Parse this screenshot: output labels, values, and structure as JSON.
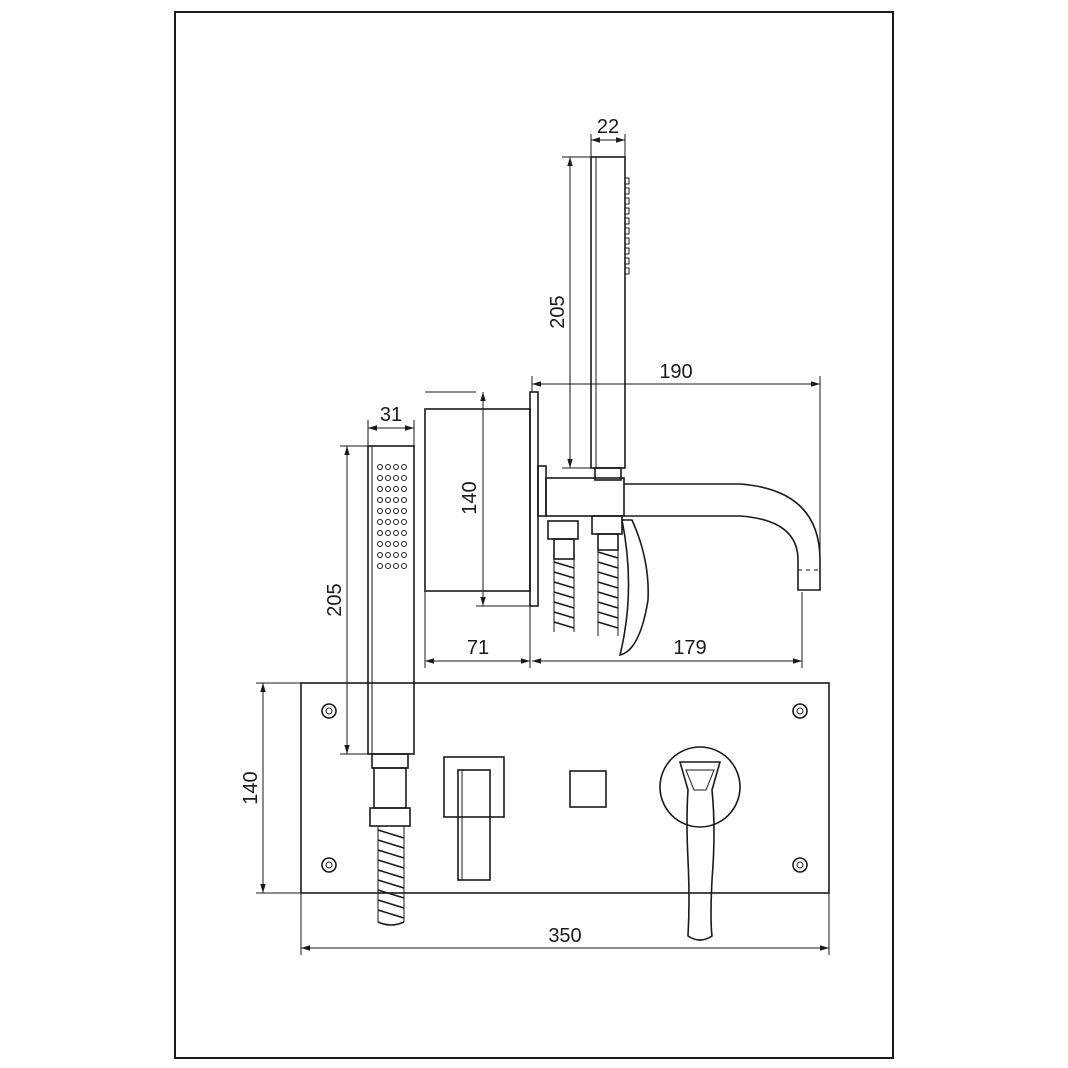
{
  "dimensions": {
    "top_handshower_width": "22",
    "top_handshower_length": "205",
    "side_projection": "190",
    "left_handshower_width": "31",
    "box_height": "140",
    "left_handshower_length": "205",
    "box_depth": "71",
    "spout_reach": "179",
    "plate_height": "140",
    "plate_width": "350"
  }
}
